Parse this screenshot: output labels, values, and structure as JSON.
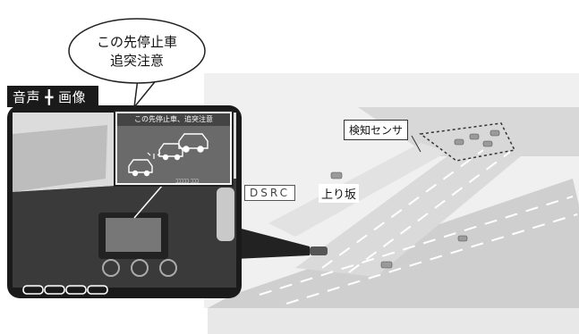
{
  "speech_bubble": {
    "line1": "この先停止車",
    "line2": "追突注意"
  },
  "modality_label": "音声 ╋ 画像",
  "screen": {
    "message": "この先停止車、追突注意",
    "footer": "ｺｺｺｺｺ ｺｺｺ"
  },
  "labels": {
    "sensor": "検知センサ",
    "dsrc": "DSRC",
    "slope": "上り坂"
  },
  "colors": {
    "frame": "#111111",
    "road": "#d6d6d6",
    "screen_bg": "#6a6a6a",
    "lane_marking": "#ffffff"
  }
}
